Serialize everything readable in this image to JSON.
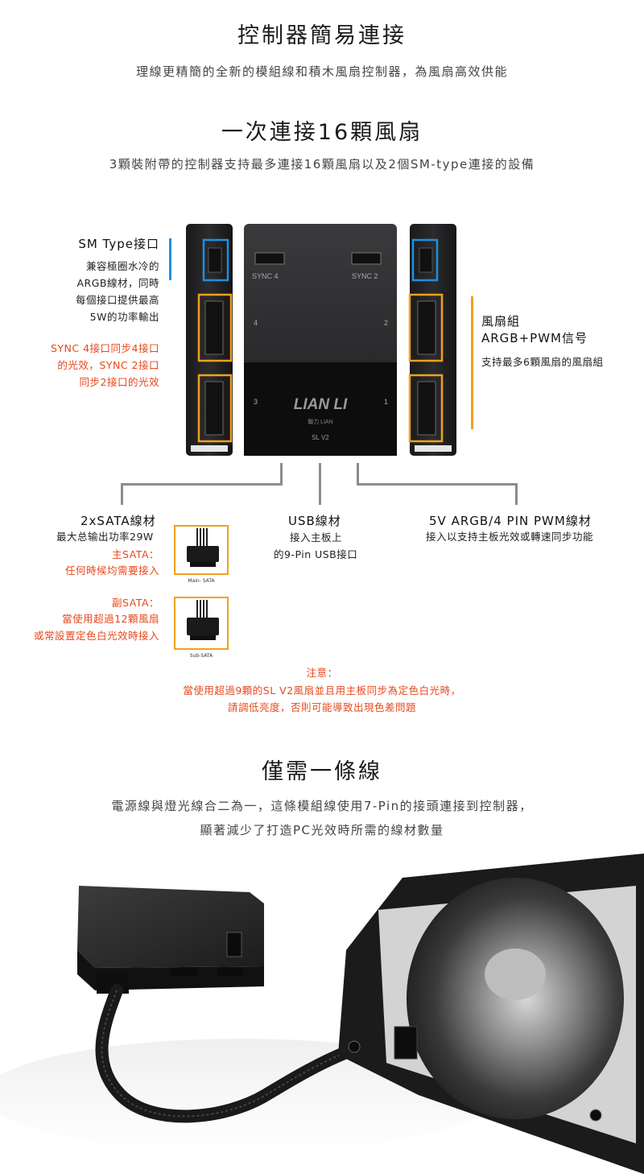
{
  "section1": {
    "title": "控制器簡易連接",
    "subtitle": "理線更精簡的全新的模組線和積木風扇控制器，為風扇高效供能"
  },
  "section2": {
    "title": "一次連接16顆風扇",
    "subtitle": "3顆裝附帶的控制器支持最多連接16顆風扇以及2個SM-type連接的設備"
  },
  "diagram": {
    "sm_type": {
      "title": "SM Type接口",
      "lines": [
        "兼容極圈水冷的",
        "ARGB線材，同時",
        "每個接口提供最高",
        "5W的功率輸出"
      ]
    },
    "sync_note": [
      "SYNC 4接口同步4接口",
      "的光效，SYNC 2接口",
      "同步2接口的光效"
    ],
    "fan_group": {
      "title_line1": "風扇組",
      "title_line2": "ARGB+PWM信号",
      "desc": "支持最多6顆風扇的風扇組"
    },
    "controller": {
      "sync4": "SYNC 4",
      "sync2": "SYNC 2",
      "port4": "4",
      "port2": "2",
      "port3": "3",
      "port1": "1",
      "brand": "LIAN LI",
      "brand_sub": "聯力 LIAN",
      "model": "SL V2"
    },
    "sata": {
      "title": "2xSATA線材",
      "power": "最大总输出功率29W",
      "main_label": "主SATA：",
      "main_desc": "任何時候均需要接入",
      "main_caption": "Main- SATA",
      "sub_label": "副SATA：",
      "sub_desc1": "當使用超過12顆風扇",
      "sub_desc2": "或常設置定色白光效時接入",
      "sub_caption": "Sub-SATA"
    },
    "usb": {
      "title": "USB線材",
      "line1": "接入主板上",
      "line2": "的9-Pin USB接口"
    },
    "argb": {
      "title": "5V ARGB/4 PIN PWM線材",
      "desc": "接入以支持主板光效或轉速同步功能"
    },
    "notice": {
      "title": "注意：",
      "line1": "當使用超過9顆的SL V2風扇並且用主板同步為定色白光時，",
      "line2": "請調低亮度，否則可能導致出現色差問題"
    }
  },
  "section3": {
    "title": "僅需一條線",
    "line1": "電源線與燈光線合二為一，這條模組線使用7-Pin的接頭連接到控制器，",
    "line2": "顯著減少了打造PC光效時所需的線材數量"
  },
  "colors": {
    "accent_red": "#e8481c",
    "accent_orange": "#f0a01e",
    "accent_blue": "#1f8fe0"
  }
}
